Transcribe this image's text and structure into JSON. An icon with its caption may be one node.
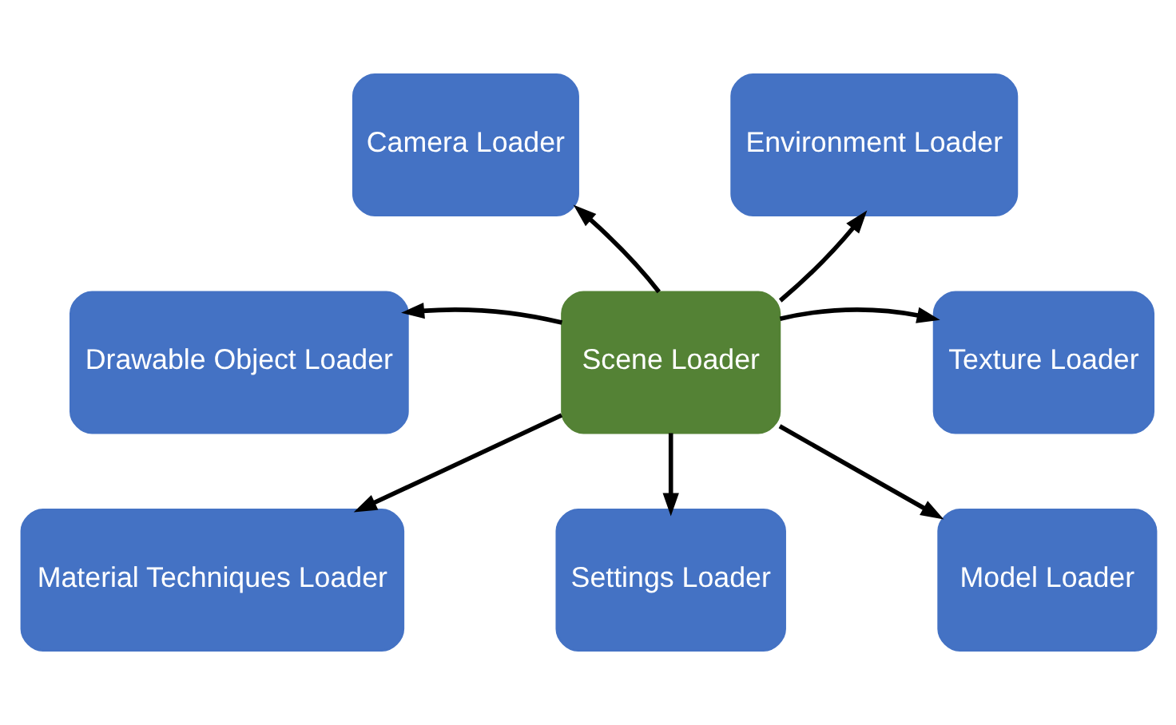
{
  "diagram": {
    "nodes": [
      {
        "text": [
          "Camera Loader"
        ]
      },
      {
        "text": [
          "Environment Loader"
        ]
      },
      {
        "text": [
          "Drawable Object Loader"
        ]
      },
      {
        "text": [
          "Scene Loader"
        ]
      },
      {
        "text": [
          "Texture Loader"
        ]
      },
      {
        "text": [
          "Material Techniques Loader"
        ]
      },
      {
        "text": [
          "Settings Loader"
        ]
      },
      {
        "text": [
          "Model Loader"
        ]
      }
    ],
    "edges": [
      {
        "from": 3,
        "to": 0,
        "arrow": "to"
      },
      {
        "from": 3,
        "to": 1,
        "arrow": "to"
      },
      {
        "from": 3,
        "to": 2,
        "arrow": "to"
      },
      {
        "from": 3,
        "to": 4,
        "arrow": "to"
      },
      {
        "from": 3,
        "to": 5,
        "arrow": "to"
      },
      {
        "from": 3,
        "to": 6,
        "arrow": "to"
      },
      {
        "from": 3,
        "to": 7,
        "arrow": "to"
      }
    ]
  }
}
